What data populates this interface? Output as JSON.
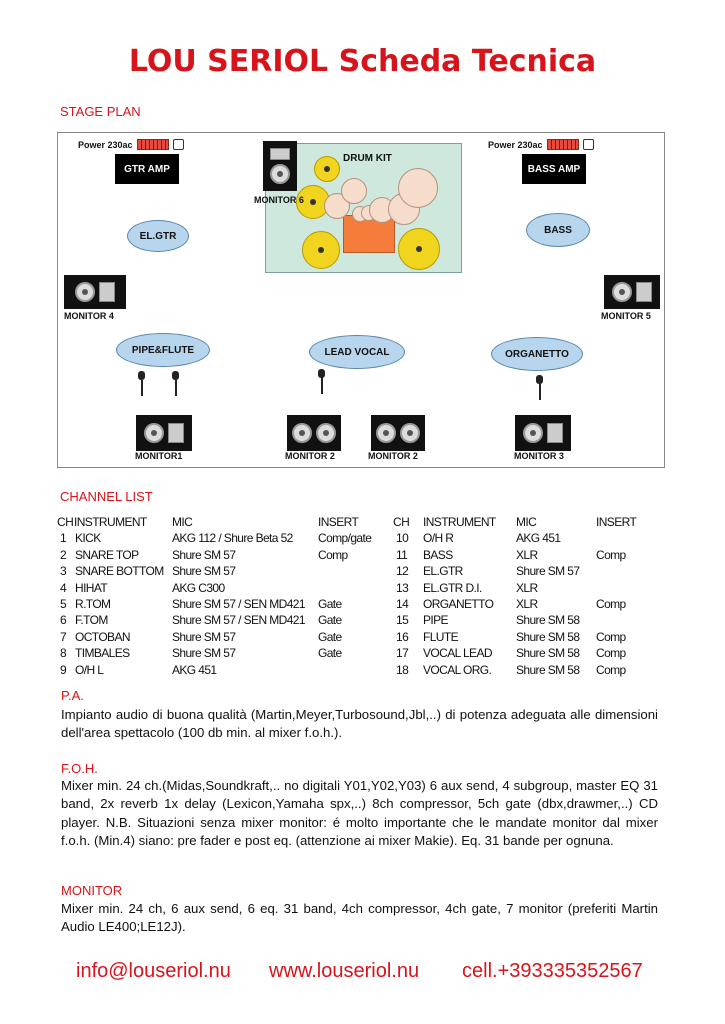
{
  "title": "LOU SERIOL Scheda Tecnica",
  "stage_plan": {
    "label": "STAGE PLAN",
    "drum_kit": "DRUM KIT",
    "power_left": "Power 230ac",
    "power_right": "Power 230ac",
    "gtr_amp": "GTR AMP",
    "bass_amp": "BASS AMP",
    "el_gtr": "EL.GTR",
    "bass": "BASS",
    "pipe_flute": "PIPE&FLUTE",
    "lead_vocal": "LEAD VOCAL",
    "organetto": "ORGANETTO",
    "monitors": {
      "m6": "MONITOR 6",
      "m4": "MONITOR 4",
      "m5": "MONITOR 5",
      "m1": "MONITOR1",
      "m2a": "MONITOR 2",
      "m2b": "MONITOR 2",
      "m3": "MONITOR 3"
    }
  },
  "channel_list": {
    "label": "CHANNEL LIST",
    "headers": [
      "CH",
      "INSTRUMENT",
      "MIC",
      "INSERT"
    ],
    "left": [
      {
        "ch": "1",
        "instrument": "KICK",
        "mic": "AKG 112 / Shure Beta 52",
        "insert": "Comp/gate"
      },
      {
        "ch": "2",
        "instrument": "SNARE TOP",
        "mic": "Shure SM 57",
        "insert": "Comp"
      },
      {
        "ch": "3",
        "instrument": "SNARE BOTTOM",
        "mic": "Shure SM 57",
        "insert": ""
      },
      {
        "ch": "4",
        "instrument": "HIHAT",
        "mic": "AKG C300",
        "insert": ""
      },
      {
        "ch": "5",
        "instrument": "R.TOM",
        "mic": "Shure SM 57 / SEN MD421",
        "insert": "Gate"
      },
      {
        "ch": "6",
        "instrument": "F.TOM",
        "mic": "Shure SM 57 / SEN MD421",
        "insert": "Gate"
      },
      {
        "ch": "7",
        "instrument": "OCTOBAN",
        "mic": "Shure SM 57",
        "insert": "Gate"
      },
      {
        "ch": "8",
        "instrument": "TIMBALES",
        "mic": "Shure SM 57",
        "insert": "Gate"
      },
      {
        "ch": "9",
        "instrument": "O/H L",
        "mic": "AKG 451",
        "insert": ""
      }
    ],
    "right": [
      {
        "ch": "10",
        "instrument": "O/H R",
        "mic": "AKG 451",
        "insert": ""
      },
      {
        "ch": "11",
        "instrument": "BASS",
        "mic": "XLR",
        "insert": "Comp"
      },
      {
        "ch": "12",
        "instrument": "EL.GTR",
        "mic": "Shure SM 57",
        "insert": ""
      },
      {
        "ch": "13",
        "instrument": "EL.GTR D.I.",
        "mic": "XLR",
        "insert": ""
      },
      {
        "ch": "14",
        "instrument": "ORGANETTO",
        "mic": "XLR",
        "insert": "Comp"
      },
      {
        "ch": "15",
        "instrument": "PIPE",
        "mic": "Shure SM 58",
        "insert": ""
      },
      {
        "ch": "16",
        "instrument": "FLUTE",
        "mic": "Shure SM 58",
        "insert": "Comp"
      },
      {
        "ch": "17",
        "instrument": "VOCAL LEAD",
        "mic": "Shure SM 58",
        "insert": "Comp"
      },
      {
        "ch": "18",
        "instrument": "VOCAL ORG.",
        "mic": "Shure SM 58",
        "insert": "Comp"
      }
    ]
  },
  "pa": {
    "label": "P.A.",
    "text": "Impianto audio di buona qualità (Martin,Meyer,Turbosound,Jbl,..) di potenza adeguata alle dimensioni dell'area spettacolo (100 db min. al mixer f.o.h.)."
  },
  "foh": {
    "label": "F.O.H.",
    "text": "Mixer min. 24 ch.(Midas,Soundkraft,.. no digitali Y01,Y02,Y03) 6 aux send, 4 subgroup, master EQ 31 band, 2x reverb 1x delay (Lexicon,Yamaha spx,..) 8ch compressor, 5ch gate (dbx,drawmer,..) CD player. N.B. Situazioni senza mixer monitor: é molto importante che le mandate monitor dal mixer f.o.h. (Min.4) siano: pre fader e post eq. (attenzione ai mixer Makie). Eq. 31 bande per ognuna."
  },
  "monitor": {
    "label": "MONITOR",
    "text": "Mixer min. 24 ch, 6 aux send, 6 eq. 31 band, 4ch compressor, 4ch gate, 7 monitor (preferiti Martin Audio LE400;LE12J)."
  },
  "footer": {
    "email": "info@louseriol.nu",
    "website": "www.louseriol.nu",
    "phone": "cell.+393335352567"
  }
}
